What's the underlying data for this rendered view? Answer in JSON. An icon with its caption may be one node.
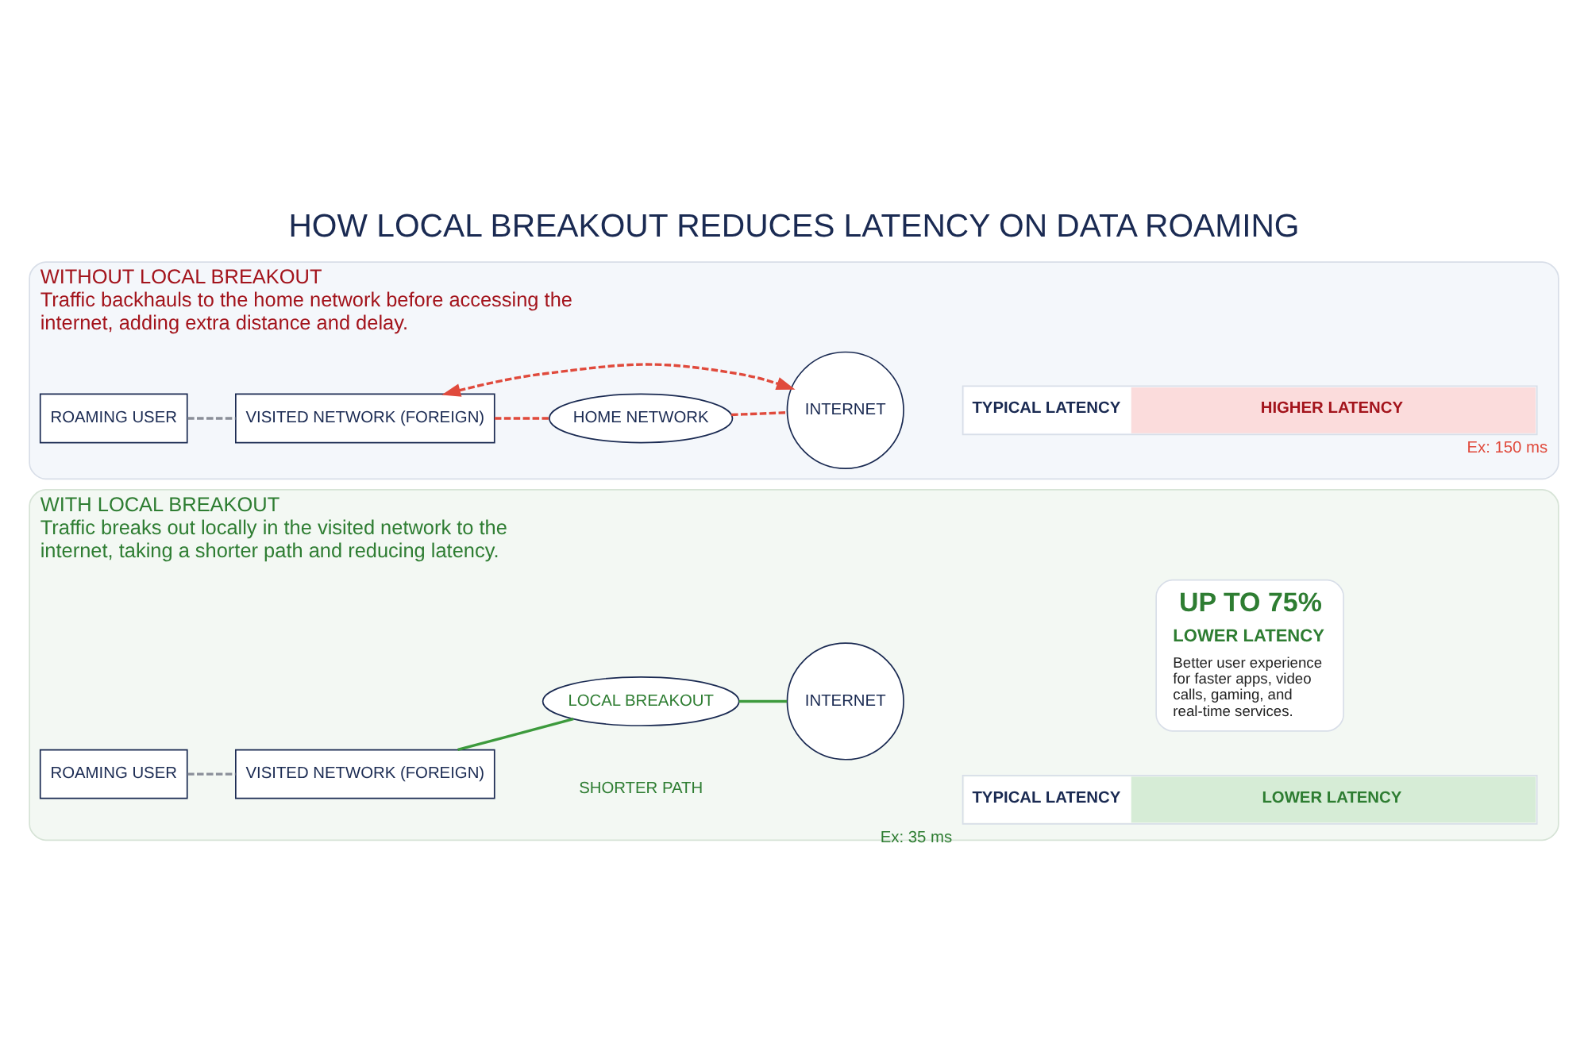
{
  "diagram": {
    "title": "HOW LOCAL BREAKOUT REDUCES LATENCY ON DATA ROAMING",
    "nodes": [
      {
        "text": [
          "WITHOUT LOCAL BREAKOUT",
          "Traffic backhauls to the home network before accessing the internet, adding extra distance and delay."
        ]
      },
      {
        "text": [
          "ROAMING USER"
        ],
        "in": 0
      },
      {
        "text": [
          "VISITED NETWORK (FOREIGN)"
        ],
        "in": 0
      },
      {
        "text": [
          "HOME NETWORK"
        ],
        "in": 0
      },
      {
        "text": [
          "INTERNET"
        ],
        "in": 0
      },
      {
        "text": [
          "TYPICAL LATENCY",
          "HIGHER LATENCY"
        ],
        "in": 0,
        "beside": [
          "Ex: 150 ms"
        ]
      },
      {
        "text": [
          "WITH LOCAL BREAKOUT",
          "Traffic breaks out locally in the visited network to the internet, taking a shorter path and reducing latency."
        ]
      },
      {
        "text": [
          "ROAMING USER"
        ],
        "in": 6
      },
      {
        "text": [
          "VISITED NETWORK (FOREIGN)"
        ],
        "in": 6
      },
      {
        "text": [
          "LOCAL BREAKOUT"
        ],
        "in": 6
      },
      {
        "text": [
          "INTERNET"
        ],
        "in": 6
      },
      {
        "text": [
          "TYPICAL LATENCY",
          "LOWER LATENCY"
        ],
        "in": 6,
        "beside": [
          "Ex: 35 ms"
        ]
      },
      {
        "text": [
          "UP TO 75%",
          "LOWER LATENCY",
          "Better user experience for faster apps, video calls, gaming, and real-time services."
        ],
        "in": 6
      }
    ],
    "edges": [
      {
        "from": 1,
        "to": 2,
        "arrow": "none",
        "style": "dashed",
        "color": "#8a8f99"
      },
      {
        "from": 2,
        "to": 3,
        "arrow": "none",
        "style": "dashed"
      },
      {
        "from": 3,
        "to": 4,
        "arrow": "none",
        "style": "dashed"
      },
      {
        "from": 2,
        "to": 4,
        "arrow": "both",
        "style": "dashed"
      },
      {
        "from": 7,
        "to": 8,
        "arrow": "none",
        "style": "dashed",
        "color": "#8a8f99"
      },
      {
        "from": 8,
        "to": 9,
        "arrow": "none",
        "color": "#3c9a3c"
      },
      {
        "from": 9,
        "to": 10,
        "arrow": "none",
        "color": "#3c9a3c"
      }
    ],
    "labels": [
      "SHORTER PATH"
    ]
  }
}
